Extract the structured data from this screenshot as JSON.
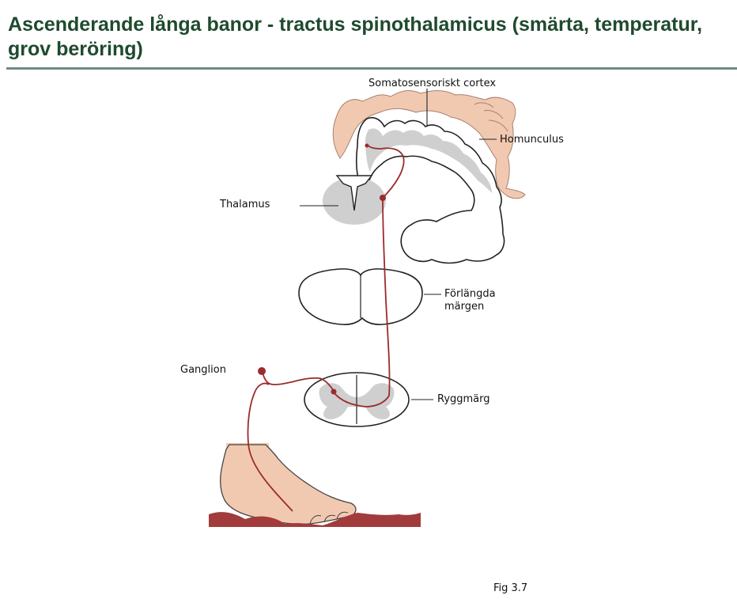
{
  "page": {
    "title": "Ascenderande långa banor - tractus spinothalamicus (smärta, temperatur, grov beröring)",
    "figure_ref": "Fig 3.7"
  },
  "diagram": {
    "labels": {
      "cortex": "Somatosensoriskt cortex",
      "homunculus": "Homunculus",
      "thalamus": "Thalamus",
      "medulla_line1": "Förlängda",
      "medulla_line2": "märgen",
      "ganglion": "Ganglion",
      "spinal_cord": "Ryggmärg"
    },
    "colors": {
      "title": "#1f4a2e",
      "rule": "#6f8b84",
      "pathway": "#9b2b2e",
      "grey_matter": "#cfcfcf",
      "skin": "#f1c9b1",
      "ground": "#a23b3b"
    }
  }
}
